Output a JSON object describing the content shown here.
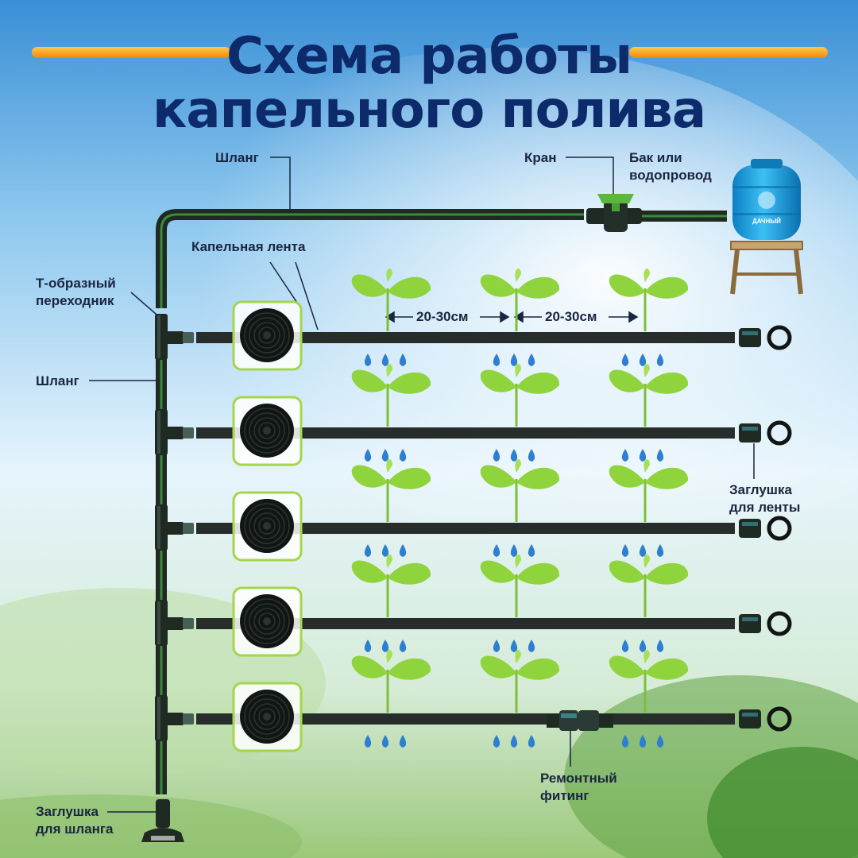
{
  "title": {
    "line1": "Схема работы",
    "line2": "капельного полива"
  },
  "labels": {
    "hose_top": "Шланг",
    "valve": "Кран",
    "tank_line1": "Бак или",
    "tank_line2": "водопровод",
    "drip_tape": "Капельная лента",
    "tee_line1": "Т-образный",
    "tee_line2": "переходник",
    "hose_left": "Шланг",
    "tape_plug_line1": "Заглушка",
    "tape_plug_line2": "для ленты",
    "repair_line1": "Ремонтный",
    "repair_line2": "фитинг",
    "hose_plug_line1": "Заглушка",
    "hose_plug_line2": "для шланга"
  },
  "spacing": {
    "first": "20-30см",
    "second": "20-30см"
  },
  "tank_logo": "ДАЧНЫЙ",
  "colors": {
    "title": "#0d2a6b",
    "accent_bar": "#f7a414",
    "hose_stripe": "#3c8a3a",
    "leaf": "#8fd43c",
    "drop": "#2f7fd0",
    "tank": "#1fa7e6",
    "coil_frame": "#a3d64a"
  },
  "diagram": {
    "rows": 5,
    "plants_per_row": 3,
    "drops_per_group": 3
  }
}
